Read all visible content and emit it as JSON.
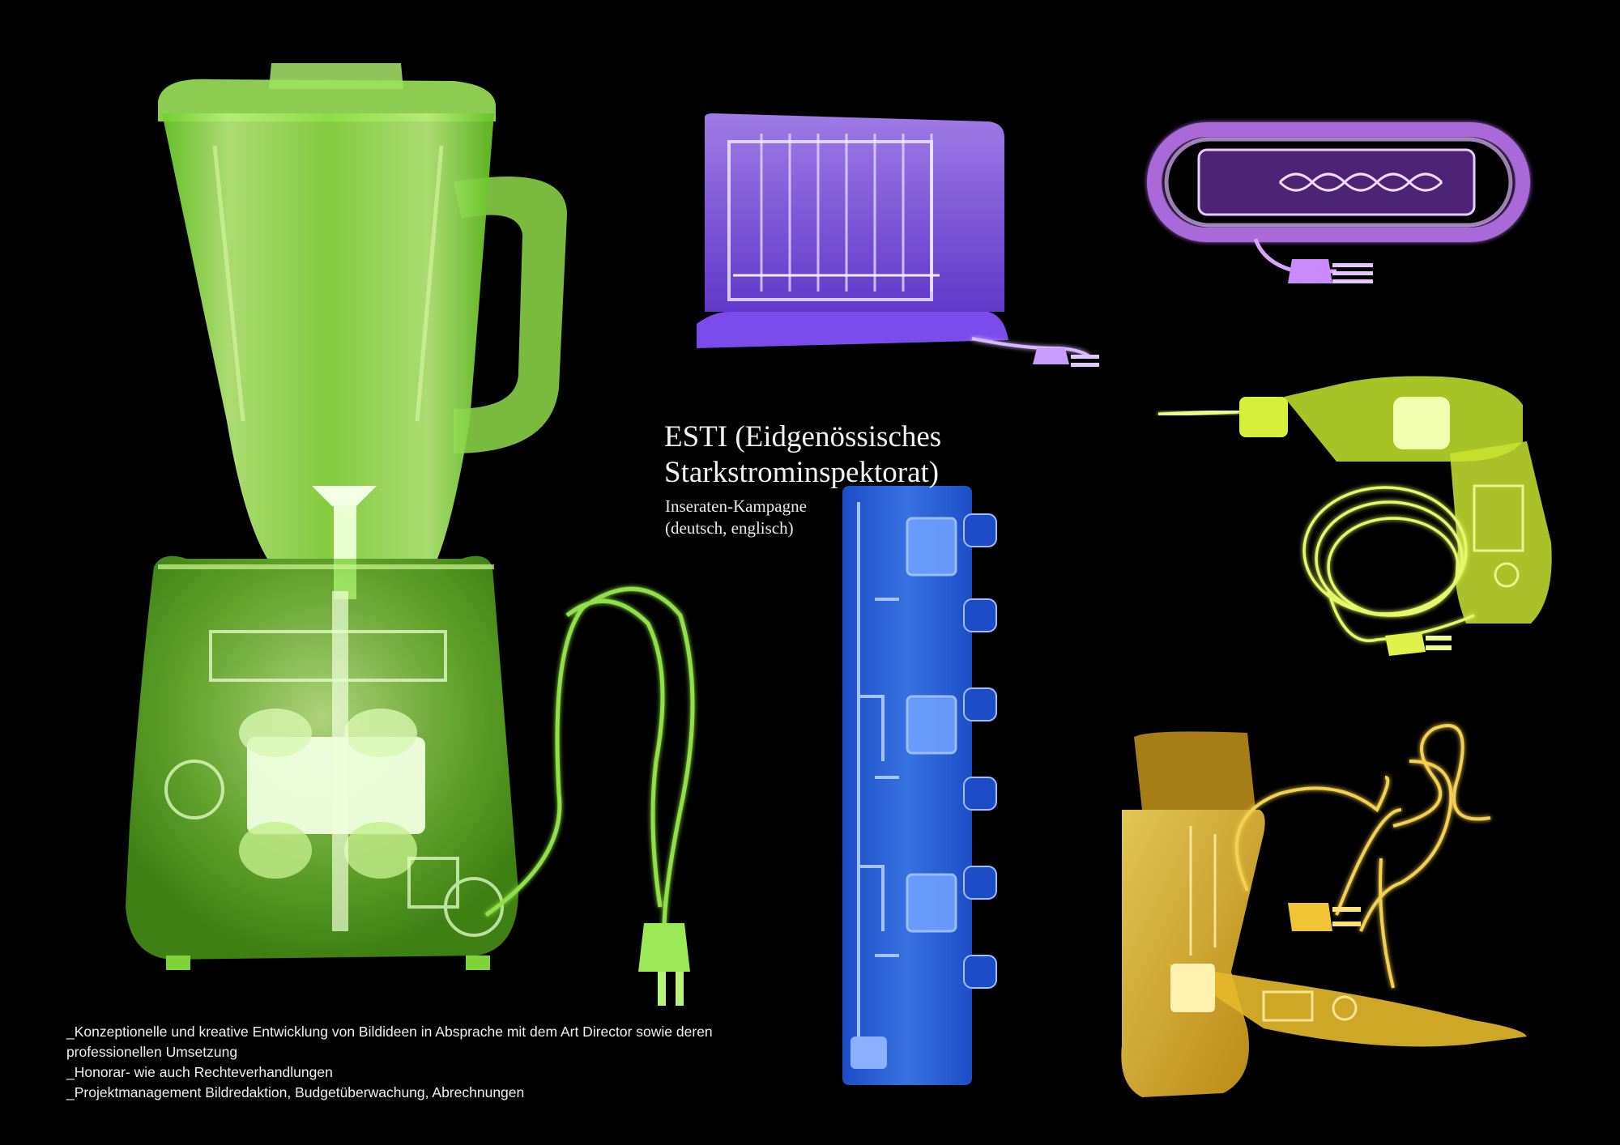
{
  "colors": {
    "background": "#000000",
    "blender": "#7fd43a",
    "toaster": "#8a5cf0",
    "cable_coil": "#c77cff",
    "power_strip": "#2f6df0",
    "drill": "#d6f03a",
    "hairdryer": "#e8b52a"
  },
  "title": {
    "line1": "ESTI (Eidgenössisches",
    "line2": "Starkstrominspektorat)"
  },
  "subtitle": {
    "line1": "Inseraten-Kampagne",
    "line2": "(deutsch, englisch)"
  },
  "responsibilities": [
    "_Konzeptionelle und kreative Entwicklung von Bildideen in Absprache mit dem Art Director sowie deren",
    "professionellen Umsetzung",
    "_Honorar- wie auch Rechteverhandlungen",
    "_Projektmanagement Bildredaktion, Budgetüberwachung, Abrechnungen"
  ],
  "images": [
    {
      "icon": "blender-xray-icon"
    },
    {
      "icon": "toaster-xray-icon"
    },
    {
      "icon": "cable-coil-xray-icon"
    },
    {
      "icon": "drill-xray-icon"
    },
    {
      "icon": "power-strip-xray-icon"
    },
    {
      "icon": "hairdryer-xray-icon"
    }
  ]
}
